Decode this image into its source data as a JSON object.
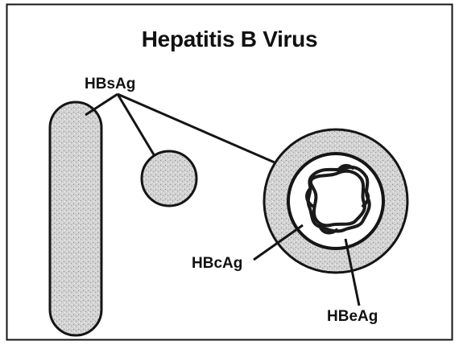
{
  "title": "Hepatitis B Virus",
  "labels": {
    "hbsag": "HBsAg",
    "hbcag": "HBcAg",
    "hbeag": "HBeAg"
  },
  "colors": {
    "stroke": "#151515",
    "stipple_fill": "#d4d4d4",
    "background": "#ffffff"
  }
}
